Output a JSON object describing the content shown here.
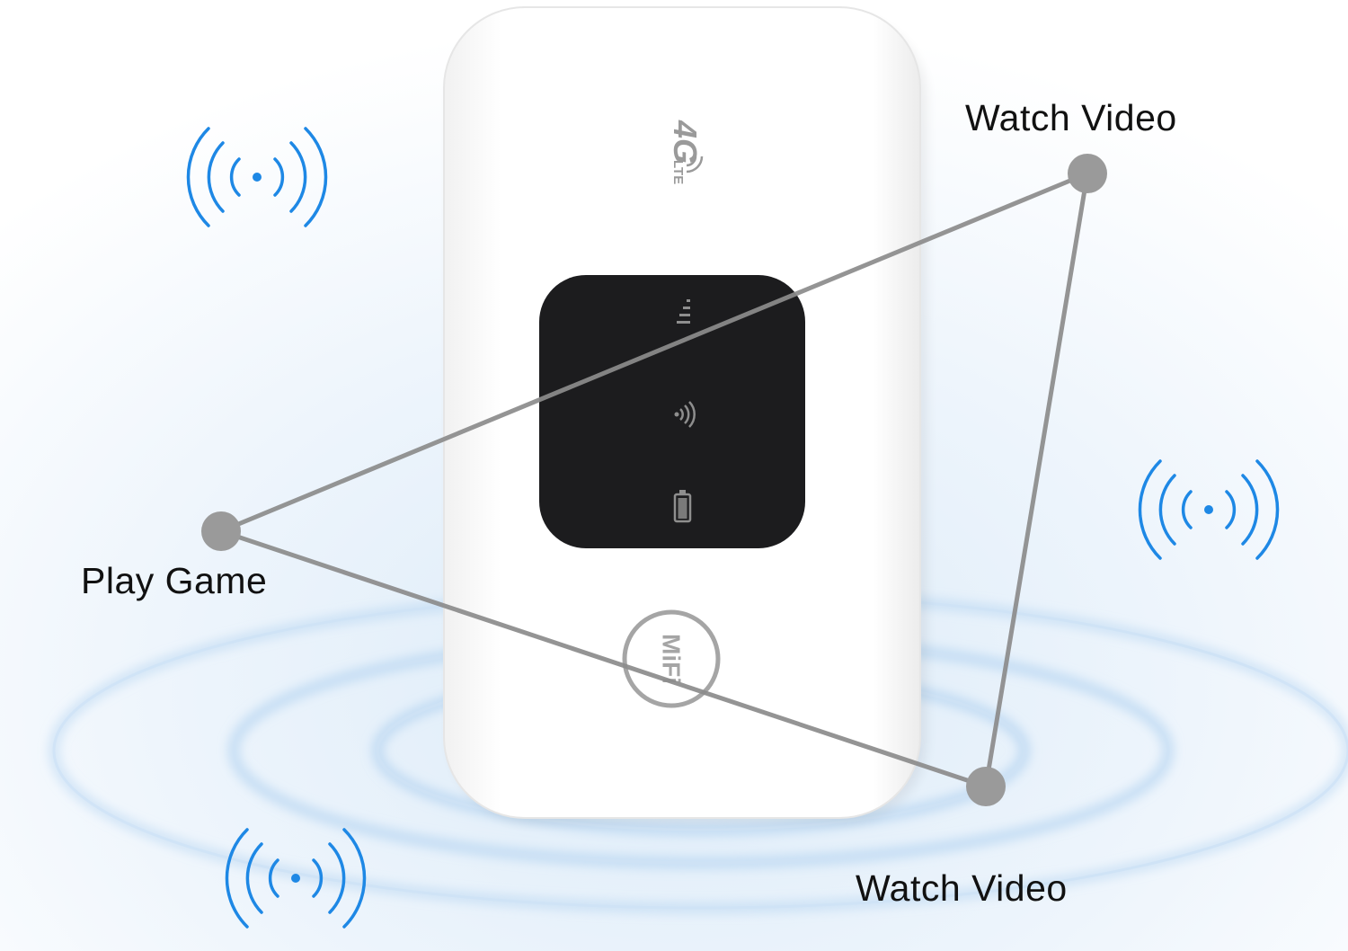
{
  "labels": {
    "top_right": "Watch Video",
    "left": "Play Game",
    "bottom_right": "Watch Video"
  },
  "device": {
    "brand_mark": "4G",
    "brand_sub": "LTE",
    "button_text": "MiFi",
    "screen_icons": [
      "signal-icon",
      "wifi-icon",
      "battery-icon"
    ]
  },
  "decor": {
    "signal_badges": [
      "wifi-signal-icon",
      "wifi-signal-icon",
      "wifi-signal-icon",
      "wifi-signal-icon"
    ],
    "ripple": "concentric-ripple-rings"
  },
  "colors": {
    "device_body": "#ffffff",
    "screen": "#1c1c1e",
    "line": "#8c8c8c",
    "node": "#9a9a9a",
    "signal_blue": "#1e88e5",
    "ripple_blue": "#9fc6e8",
    "text": "#111111"
  }
}
